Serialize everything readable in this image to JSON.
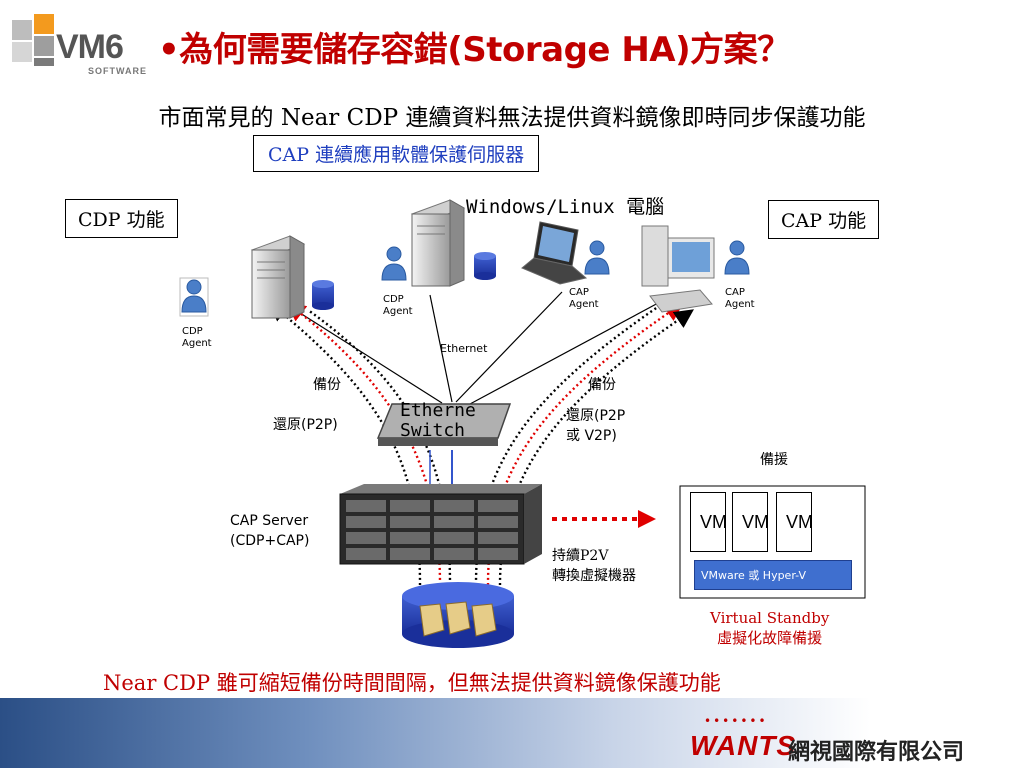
{
  "colors": {
    "accent_red": "#c00000",
    "blue_text": "#1f3fbf",
    "vm_box": "#1f5fbf",
    "vmware_fill": "#3f6fcf"
  },
  "logo": {
    "brand": "VM6",
    "sub": "SOFTWARE"
  },
  "title": "•為何需要儲存容錯(Storage HA)方案？",
  "subtitle": "市面常見的 Near CDP 連續資料無法提供資料鏡像即時同步保護功能",
  "cap_box": "CAP 連續應用軟體保護伺服器",
  "cdp_func": "CDP 功能",
  "cap_func": "CAP 功能",
  "windows_linux": "Windows/Linux 電腦",
  "agents": {
    "cdp_left": [
      "CDP",
      "Agent"
    ],
    "cdp_mid": [
      "CDP",
      "Agent"
    ],
    "cap_mid": [
      "CAP",
      "Agent"
    ],
    "cap_right": [
      "CAP",
      "Agent"
    ]
  },
  "ethernet_label": "Ethernet",
  "switch_label": [
    "Etherne",
    "Switch"
  ],
  "backup_left": "備份",
  "backup_right": "備份",
  "restore_left": "還原(P2P)",
  "restore_right": [
    "還原(P2P",
    "或 V2P)"
  ],
  "standby_label": "備援",
  "cap_server": [
    "CAP Server",
    "(CDP+CAP)"
  ],
  "p2v": [
    "持續P2V",
    "轉換虛擬機器"
  ],
  "vms": [
    "VM",
    "VM",
    "VM"
  ],
  "vmware": "VMware 或 Hyper-V",
  "virtual_standby": [
    "Virtual Standby",
    "虛擬化故障備援"
  ],
  "bottom_note": "Near CDP 雖可縮短備份時間間隔，但無法提供資料鏡像保護功能",
  "company": {
    "brand": "WANTS",
    "name": "網視國際有限公司"
  }
}
